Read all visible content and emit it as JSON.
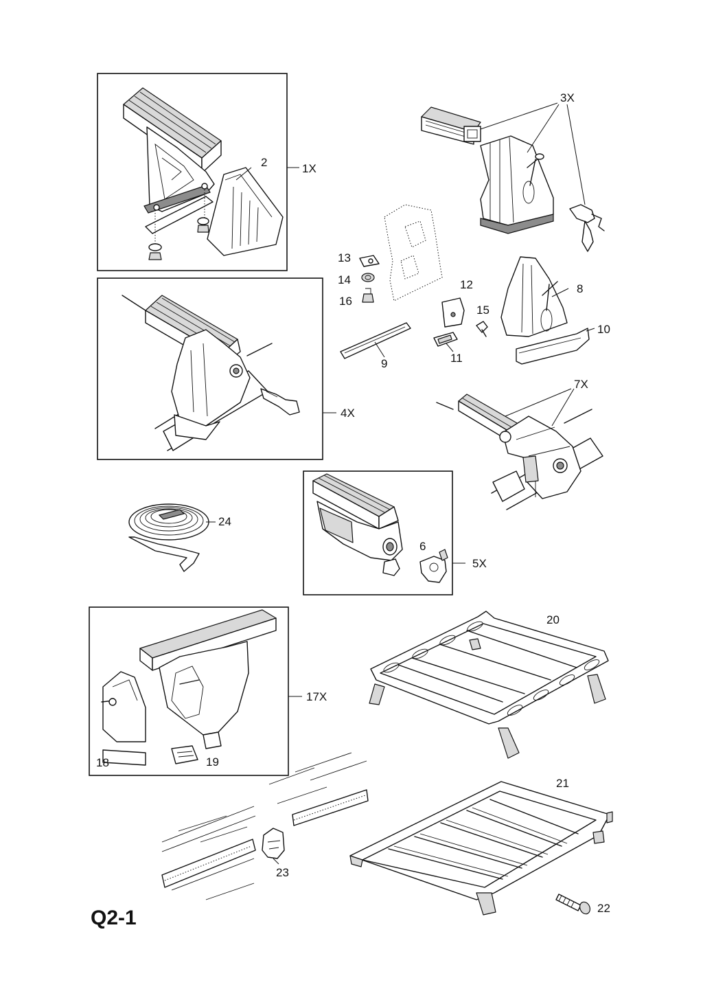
{
  "diagram": {
    "page_code": "Q2-1",
    "labels": {
      "l2": "2",
      "l1x": "1X",
      "l3x": "3X",
      "l13": "13",
      "l14": "14",
      "l16": "16",
      "l12": "12",
      "l15": "15",
      "l8": "8",
      "l10": "10",
      "l9": "9",
      "l11": "11",
      "l4x": "4X",
      "l7x": "7X",
      "l24": "24",
      "l6": "6",
      "l5x": "5X",
      "l20": "20",
      "l17x": "17X",
      "l18": "18",
      "l19": "19",
      "l21": "21",
      "l23": "23",
      "l22": "22"
    }
  }
}
